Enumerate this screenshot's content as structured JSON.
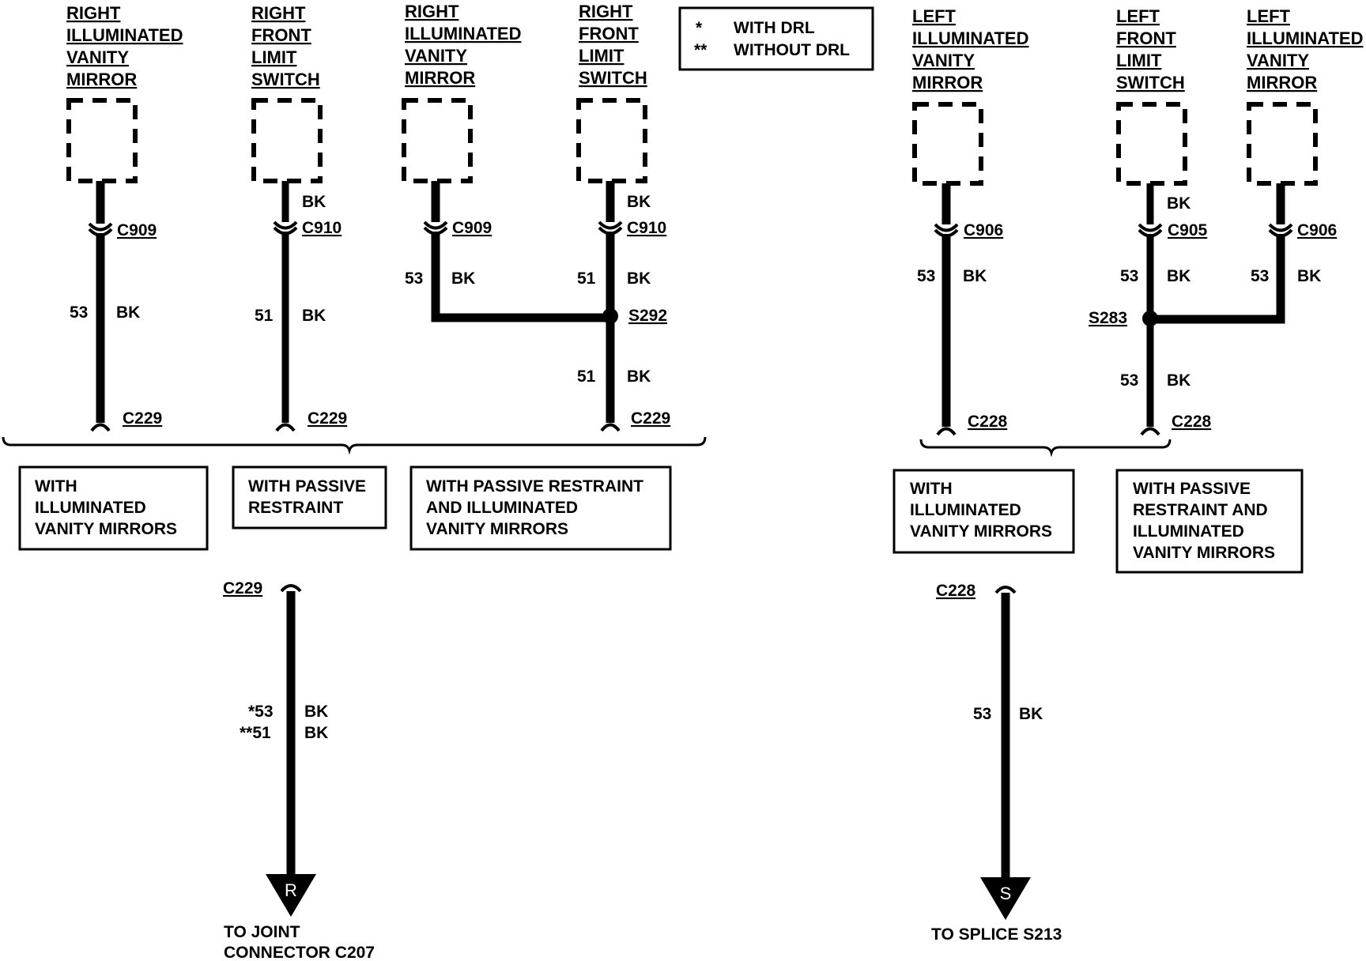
{
  "legend": [
    {
      "mark": "*",
      "text": "WITH DRL"
    },
    {
      "mark": "**",
      "text": "WITHOUT DRL"
    }
  ],
  "components": [
    {
      "lines": [
        "RIGHT",
        "ILLUMINATED",
        "VANITY",
        "MIRROR"
      ]
    },
    {
      "lines": [
        "RIGHT",
        "FRONT",
        "LIMIT",
        "SWITCH"
      ]
    },
    {
      "lines": [
        "RIGHT",
        "ILLUMINATED",
        "VANITY",
        "MIRROR"
      ]
    },
    {
      "lines": [
        "RIGHT",
        "FRONT",
        "LIMIT",
        "SWITCH"
      ]
    },
    {
      "lines": [
        "LEFT",
        "ILLUMINATED",
        "VANITY",
        "MIRROR"
      ]
    },
    {
      "lines": [
        "LEFT",
        "FRONT",
        "LIMIT",
        "SWITCH"
      ]
    },
    {
      "lines": [
        "LEFT",
        "ILLUMINATED",
        "VANITY",
        "MIRROR"
      ]
    }
  ],
  "connectors": {
    "c909": "C909",
    "c910": "C910",
    "c906": "C906",
    "c905": "C905",
    "c229": "C229",
    "c228": "C228"
  },
  "splices": {
    "s292": "S292",
    "s283": "S283"
  },
  "wires": {
    "bk": "BK",
    "n53": "53",
    "n51": "51",
    "n53_drl": "*53",
    "n51_nodrl": "**51"
  },
  "conditions": [
    {
      "lines": [
        "WITH",
        "ILLUMINATED",
        "VANITY MIRRORS"
      ]
    },
    {
      "lines": [
        "WITH PASSIVE",
        "RESTRAINT"
      ]
    },
    {
      "lines": [
        "WITH PASSIVE RESTRAINT",
        "AND ILLUMINATED",
        "VANITY MIRRORS"
      ]
    },
    {
      "lines": [
        "WITH",
        "ILLUMINATED",
        "VANITY MIRRORS"
      ]
    },
    {
      "lines": [
        "WITH PASSIVE",
        "RESTRAINT AND",
        "ILLUMINATED",
        "VANITY MIRRORS"
      ]
    }
  ],
  "destinations": {
    "r_letter": "R",
    "r_lines": [
      "TO JOINT",
      "CONNECTOR C207"
    ],
    "s_letter": "S",
    "s_lines": [
      "TO SPLICE S213"
    ]
  }
}
